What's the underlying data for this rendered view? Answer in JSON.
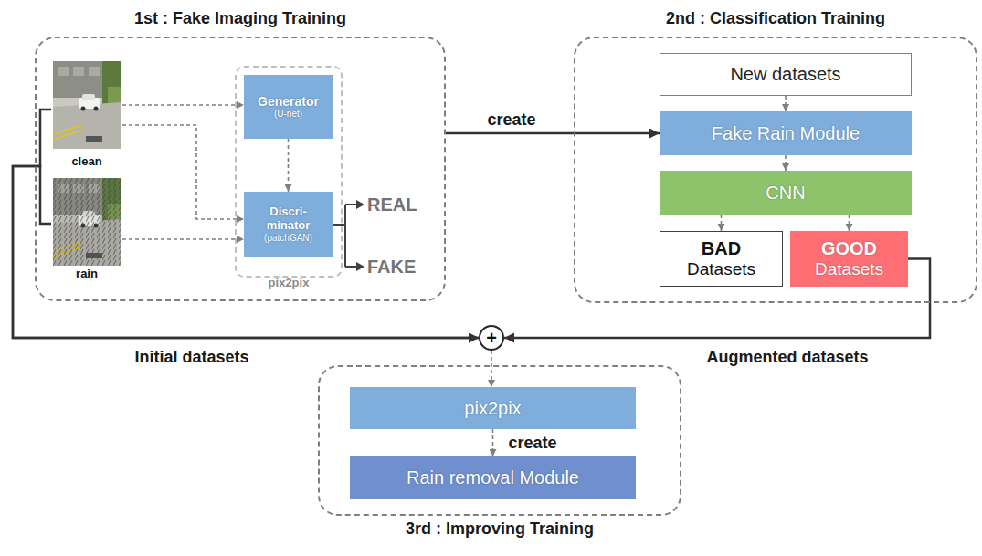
{
  "diagram": {
    "nodes": [
      {
        "text": [
          "1st : Fake Imaging Training"
        ]
      },
      {
        "text": [
          "clean"
        ],
        "in": 0
      },
      {
        "text": [
          "rain"
        ],
        "in": 0
      },
      {
        "text": [
          "pix2pix"
        ],
        "in": 0
      },
      {
        "text": [
          "Generator",
          "(U-net)"
        ],
        "in": 3
      },
      {
        "text": [
          "Discri- minator",
          "(patchGAN)"
        ],
        "in": 3
      },
      {
        "text": [
          "2nd : Classification Training"
        ]
      },
      {
        "text": [
          "New datasets"
        ],
        "in": 6
      },
      {
        "text": [
          "Fake Rain Module"
        ],
        "in": 6
      },
      {
        "text": [
          "CNN"
        ],
        "in": 6
      },
      {
        "text": [
          "BAD",
          "Datasets"
        ],
        "in": 6
      },
      {
        "text": [
          "GOOD",
          "Datasets"
        ],
        "in": 6
      },
      {
        "text": [
          "+"
        ]
      },
      {
        "text": [
          "3rd : Improving Training"
        ]
      },
      {
        "text": [
          "pix2pix"
        ],
        "in": 13
      },
      {
        "text": [
          "Rain removal Module"
        ],
        "in": 13
      }
    ],
    "edges": [
      {
        "from": 1,
        "to": 4,
        "arrow": "to"
      },
      {
        "from": 1,
        "to": 5,
        "arrow": "to"
      },
      {
        "from": 2,
        "to": 5,
        "arrow": "to"
      },
      {
        "from": 4,
        "to": 5,
        "arrow": "to"
      },
      {
        "from": 0,
        "to": 8,
        "label": "create",
        "arrow": "to"
      },
      {
        "from": 7,
        "to": 8,
        "arrow": "to"
      },
      {
        "from": 8,
        "to": 9,
        "arrow": "to"
      },
      {
        "from": 9,
        "to": 10,
        "arrow": "to"
      },
      {
        "from": 9,
        "to": 11,
        "arrow": "to"
      },
      {
        "from": 1,
        "to": 12,
        "label": "Initial datasets",
        "arrow": "to"
      },
      {
        "from": 2,
        "to": 12,
        "arrow": "to"
      },
      {
        "from": 11,
        "to": 12,
        "label": "Augmented datasets",
        "arrow": "to"
      },
      {
        "from": 12,
        "to": 14,
        "arrow": "to"
      },
      {
        "from": 14,
        "to": 15,
        "label": "create",
        "arrow": "to"
      }
    ],
    "labels": [
      "REAL",
      "FAKE"
    ]
  }
}
